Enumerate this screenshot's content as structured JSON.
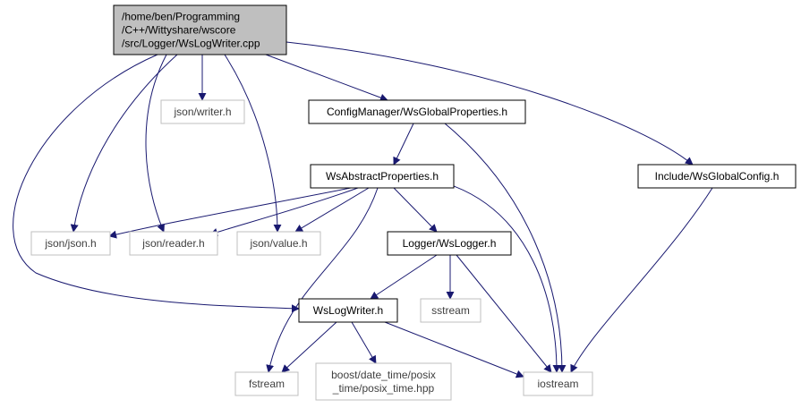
{
  "diagram": {
    "colors": {
      "edge": "#191970",
      "root_fill": "#bfbfbf",
      "box_stroke": "#000000",
      "external_stroke": "#bfbfbf",
      "external_text": "#404040",
      "text": "#000000"
    },
    "nodes": [
      {
        "id": "root",
        "lines": [
          "/home/ben/Programming",
          "/C++/Wittyshare/wscore",
          "/src/Logger/WsLogWriter.cpp"
        ],
        "kind": "root"
      },
      {
        "id": "json_writer",
        "lines": [
          "json/writer.h"
        ],
        "kind": "external"
      },
      {
        "id": "config_manager",
        "lines": [
          "ConfigManager/WsGlobalProperties.h"
        ],
        "kind": "internal"
      },
      {
        "id": "ws_abstract_properties",
        "lines": [
          "WsAbstractProperties.h"
        ],
        "kind": "internal"
      },
      {
        "id": "include_global_config",
        "lines": [
          "Include/WsGlobalConfig.h"
        ],
        "kind": "internal"
      },
      {
        "id": "json_json",
        "lines": [
          "json/json.h"
        ],
        "kind": "external"
      },
      {
        "id": "json_reader",
        "lines": [
          "json/reader.h"
        ],
        "kind": "external"
      },
      {
        "id": "json_value",
        "lines": [
          "json/value.h"
        ],
        "kind": "external"
      },
      {
        "id": "logger_ws_logger",
        "lines": [
          "Logger/WsLogger.h"
        ],
        "kind": "internal"
      },
      {
        "id": "ws_log_writer_h",
        "lines": [
          "WsLogWriter.h"
        ],
        "kind": "internal"
      },
      {
        "id": "sstream",
        "lines": [
          "sstream"
        ],
        "kind": "external"
      },
      {
        "id": "fstream",
        "lines": [
          "fstream"
        ],
        "kind": "external"
      },
      {
        "id": "boost_posix",
        "lines": [
          "boost/date_time/posix",
          "_time/posix_time.hpp"
        ],
        "kind": "external"
      },
      {
        "id": "iostream",
        "lines": [
          "iostream"
        ],
        "kind": "external"
      }
    ],
    "edges": [
      {
        "from": "root",
        "to": "json_writer"
      },
      {
        "from": "root",
        "to": "config_manager"
      },
      {
        "from": "root",
        "to": "include_global_config"
      },
      {
        "from": "root",
        "to": "json_json"
      },
      {
        "from": "root",
        "to": "json_reader"
      },
      {
        "from": "root",
        "to": "json_value"
      },
      {
        "from": "root",
        "to": "ws_log_writer_h"
      },
      {
        "from": "config_manager",
        "to": "ws_abstract_properties"
      },
      {
        "from": "config_manager",
        "to": "iostream"
      },
      {
        "from": "include_global_config",
        "to": "iostream"
      },
      {
        "from": "ws_abstract_properties",
        "to": "json_json"
      },
      {
        "from": "ws_abstract_properties",
        "to": "json_reader"
      },
      {
        "from": "ws_abstract_properties",
        "to": "json_value"
      },
      {
        "from": "ws_abstract_properties",
        "to": "logger_ws_logger"
      },
      {
        "from": "ws_abstract_properties",
        "to": "fstream"
      },
      {
        "from": "ws_abstract_properties",
        "to": "iostream"
      },
      {
        "from": "logger_ws_logger",
        "to": "ws_log_writer_h"
      },
      {
        "from": "logger_ws_logger",
        "to": "sstream"
      },
      {
        "from": "logger_ws_logger",
        "to": "iostream"
      },
      {
        "from": "ws_log_writer_h",
        "to": "fstream"
      },
      {
        "from": "ws_log_writer_h",
        "to": "boost_posix"
      },
      {
        "from": "ws_log_writer_h",
        "to": "iostream"
      }
    ]
  }
}
